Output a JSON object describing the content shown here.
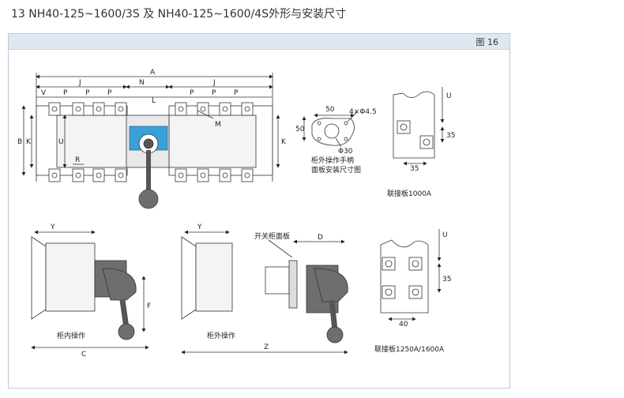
{
  "title": "13 NH40-125~1600/3S 及 NH40-125~1600/4S外形与安装尺寸",
  "figure_label": "图 16",
  "front_view": {
    "dims": {
      "A": "A",
      "J_left": "J",
      "N": "N",
      "J_right": "J",
      "V": "V",
      "P": "P",
      "L": "L",
      "M": "M",
      "B": "B",
      "K": "K",
      "U": "U",
      "R": "R"
    }
  },
  "handle_panel": {
    "dim_50_h": "50",
    "dim_50_v": "50",
    "hole": "4×Φ4.5",
    "shaft": "Φ30",
    "caption_line1": "柜外操作手柄",
    "caption_line2": "面板安装尺寸图"
  },
  "busbar_1000": {
    "U": "U",
    "dim_35_v": "35",
    "dim_35_h": "35",
    "caption": "联接板1000A"
  },
  "side_inner": {
    "Y": "Y",
    "F": "F",
    "C": "C",
    "caption": "柜内操作"
  },
  "side_outer": {
    "Y": "Y",
    "panel_label": "开关柜面板",
    "D": "D",
    "Z": "Z",
    "caption": "柜外操作"
  },
  "busbar_1250": {
    "U": "U",
    "dim_35": "35",
    "dim_40": "40",
    "caption": "联接板1250A/1600A"
  },
  "colors": {
    "accent_blue": "#3aa0d8",
    "handle_gray": "#6d6e70",
    "panel_border": "#b9cadb",
    "panel_head": "#dfe8f2"
  }
}
